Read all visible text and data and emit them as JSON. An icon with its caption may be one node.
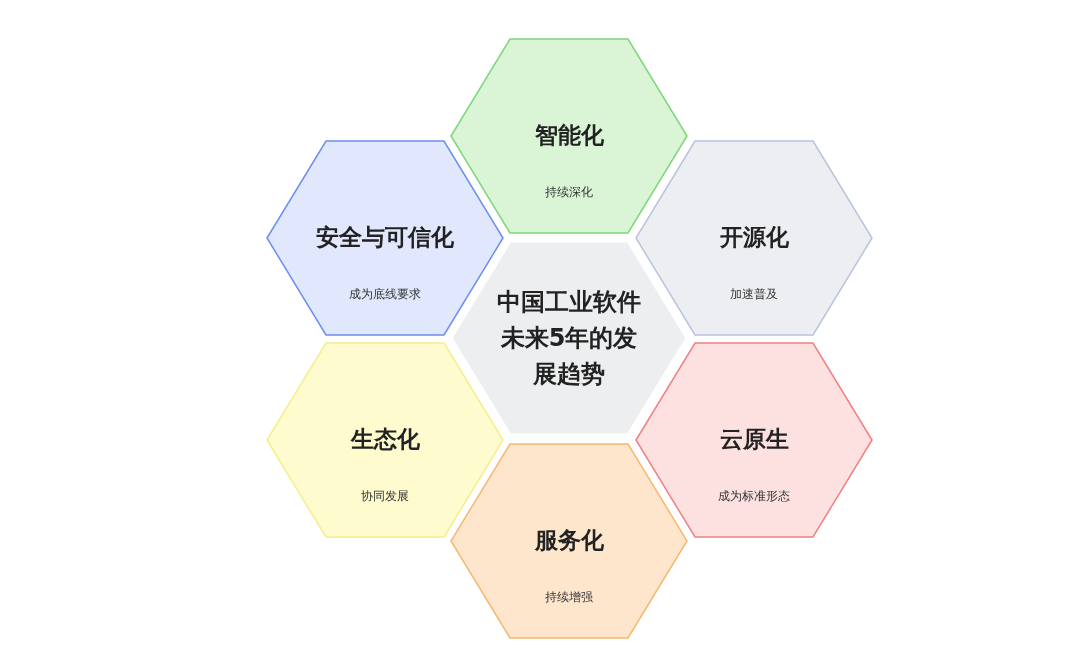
{
  "diagram": {
    "nodes": [
      {
        "text": [
          "智能化",
          "持续深化"
        ]
      },
      {
        "text": [
          "安全与可信化",
          "成为底线要求"
        ]
      },
      {
        "text": [
          "开源化",
          "加速普及"
        ]
      },
      {
        "text": [
          "中国工业软件未来5年的发展趋势"
        ]
      },
      {
        "text": [
          "生态化",
          "协同发展"
        ]
      },
      {
        "text": [
          "云原生",
          "成为标准形态"
        ]
      },
      {
        "text": [
          "服务化",
          "持续增强"
        ]
      }
    ]
  }
}
